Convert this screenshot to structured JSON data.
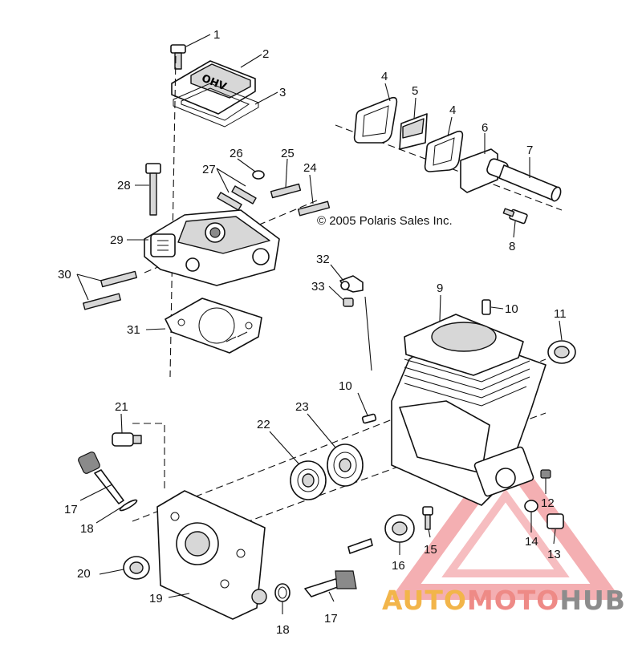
{
  "diagram": {
    "copyright": "© 2005 Polaris Sales Inc.",
    "cover_marking": "OHV",
    "callouts": [
      "1",
      "2",
      "3",
      "4",
      "5",
      "4",
      "6",
      "7",
      "8",
      "26",
      "25",
      "24",
      "27",
      "28",
      "29",
      "30",
      "32",
      "33",
      "9",
      "10",
      "11",
      "31",
      "10",
      "21",
      "22",
      "23",
      "17",
      "18",
      "12",
      "14",
      "13",
      "15",
      "16",
      "20",
      "19",
      "18",
      "17"
    ]
  },
  "watermark": {
    "part1": "AUTO",
    "part2": "MOTO",
    "part3": "HUB",
    "colors": {
      "auto": "#f2b54a",
      "moto": "#ee8a86",
      "hub": "#8c8c8c",
      "triangle": "#e8545a"
    }
  }
}
